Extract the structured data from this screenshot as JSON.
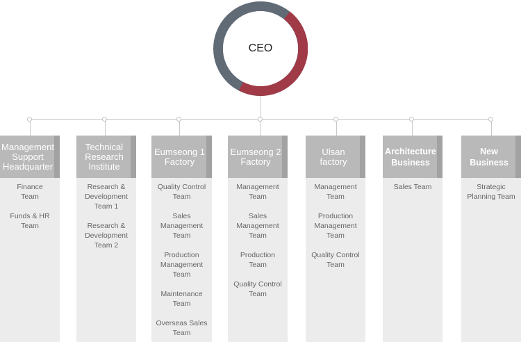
{
  "ceo": {
    "label": "CEO"
  },
  "colors": {
    "ring_gray": "#606b76",
    "ring_red": "#a03a47",
    "header_bg": "#b9b9b9",
    "header_strip": "#a2a2a2",
    "column_bg": "#ececec"
  },
  "departments": [
    {
      "title": [
        "Management",
        "Support",
        "Headquarter"
      ],
      "bold": false,
      "teams": [
        [
          "Finance",
          "Team"
        ],
        [
          "Funds & HR",
          "Team"
        ]
      ]
    },
    {
      "title": [
        "Technical",
        "Research",
        "Institute"
      ],
      "bold": false,
      "teams": [
        [
          "Research &",
          "Development",
          "Team 1"
        ],
        [
          "Research &",
          "Development",
          "Team 2"
        ]
      ]
    },
    {
      "title": [
        "Eumseong 1",
        "Factory"
      ],
      "bold": false,
      "teams": [
        [
          "Quality Control",
          "Team"
        ],
        [
          "Sales",
          "Management",
          "Team"
        ],
        [
          "Production",
          "Management",
          "Team"
        ],
        [
          "Maintenance",
          "Team"
        ],
        [
          "Overseas Sales",
          "Team"
        ]
      ]
    },
    {
      "title": [
        "Eumseong 2",
        "Factory"
      ],
      "bold": false,
      "teams": [
        [
          "Management",
          "Team"
        ],
        [
          "Sales",
          "Management",
          "Team"
        ],
        [
          "Production",
          "Team"
        ],
        [
          "Quality Control",
          "Team"
        ]
      ]
    },
    {
      "title": [
        "Ulsan",
        "factory"
      ],
      "bold": false,
      "teams": [
        [
          "Management",
          "Team"
        ],
        [
          "Production",
          "Management",
          "Team"
        ],
        [
          "Quality Control",
          "Team"
        ]
      ]
    },
    {
      "title": [
        "Architecture",
        "Business"
      ],
      "bold": true,
      "teams": [
        [
          "Sales Team"
        ]
      ]
    },
    {
      "title": [
        "New",
        "Business"
      ],
      "bold": true,
      "teams": [
        [
          "Strategic",
          "Planning Team"
        ]
      ]
    }
  ]
}
